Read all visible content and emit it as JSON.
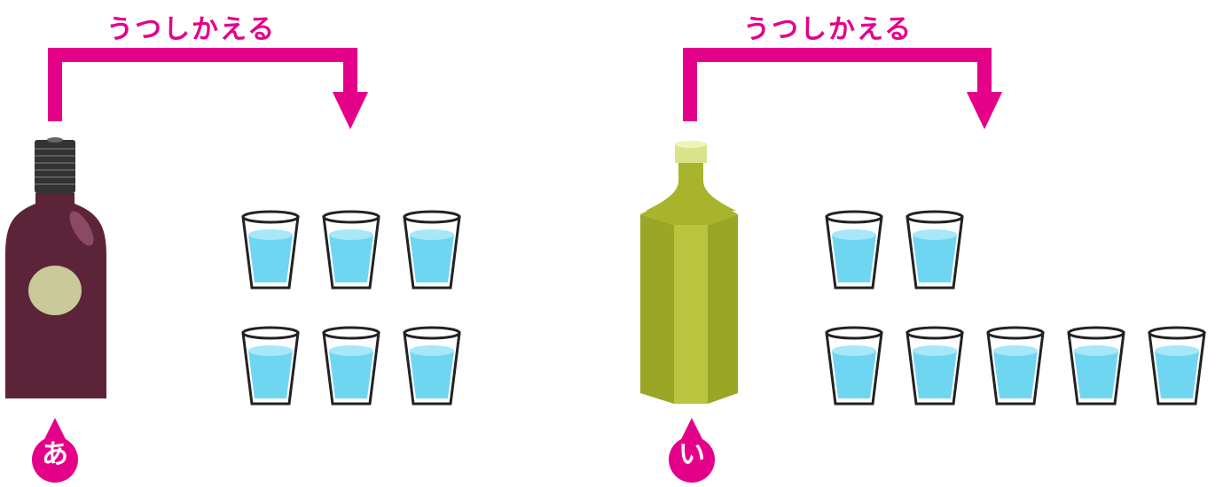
{
  "panels": [
    {
      "id": "a",
      "transfer_label": "うつしかえる",
      "bottle_label": "あ",
      "glass_count": 6
    },
    {
      "id": "b",
      "transfer_label": "うつしかえる",
      "bottle_label": "い",
      "glass_count": 7
    }
  ],
  "colors": {
    "accent": "#e5008a",
    "bottle_a_body": "#5c2438",
    "bottle_a_cap": "#333333",
    "bottle_a_label": "#c9c99a",
    "bottle_b_body": "#a8b42c",
    "bottle_b_cap": "#d9e38a",
    "water": "#6fd6f2",
    "water_top": "#a6e8f9",
    "glass_outline": "#222222"
  },
  "icons": [
    "arrow-icon",
    "bottle-icon",
    "glass-icon",
    "badge-icon"
  ]
}
